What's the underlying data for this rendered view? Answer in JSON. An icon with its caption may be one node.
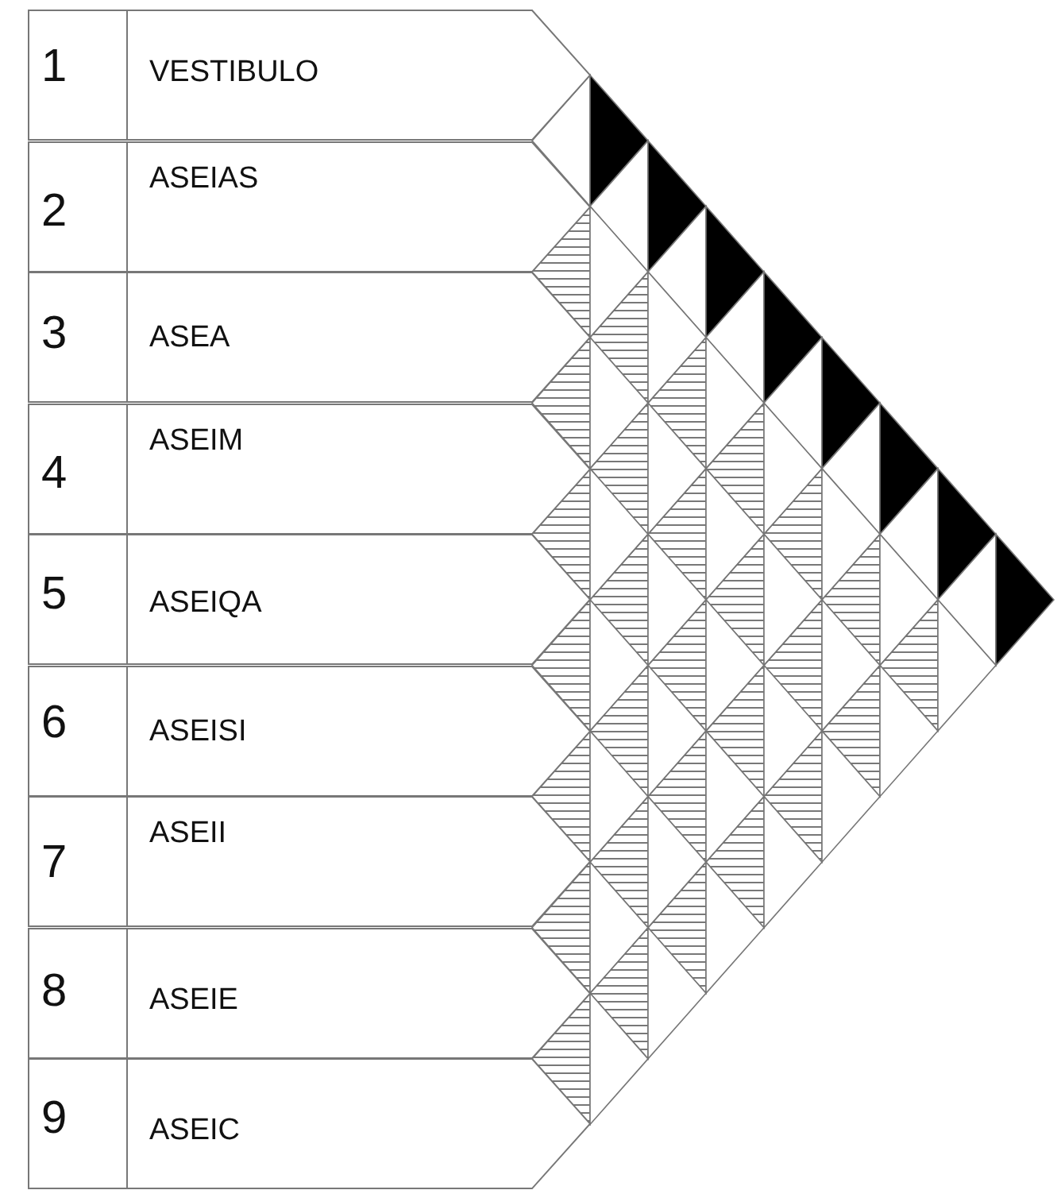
{
  "diagram": {
    "nodes": [
      {
        "text": [
          "1",
          "VESTIBULO"
        ]
      },
      {
        "text": [
          "2",
          "ASEIAS"
        ]
      },
      {
        "text": [
          "3",
          "ASEA"
        ]
      },
      {
        "text": [
          "4",
          "ASEIM"
        ]
      },
      {
        "text": [
          "5",
          "ASEIQA"
        ]
      },
      {
        "text": [
          "6",
          "ASEISI"
        ]
      },
      {
        "text": [
          "7",
          "ASEII"
        ]
      },
      {
        "text": [
          "8",
          "ASEIE"
        ]
      },
      {
        "text": [
          "9",
          "ASEIC"
        ]
      }
    ]
  }
}
